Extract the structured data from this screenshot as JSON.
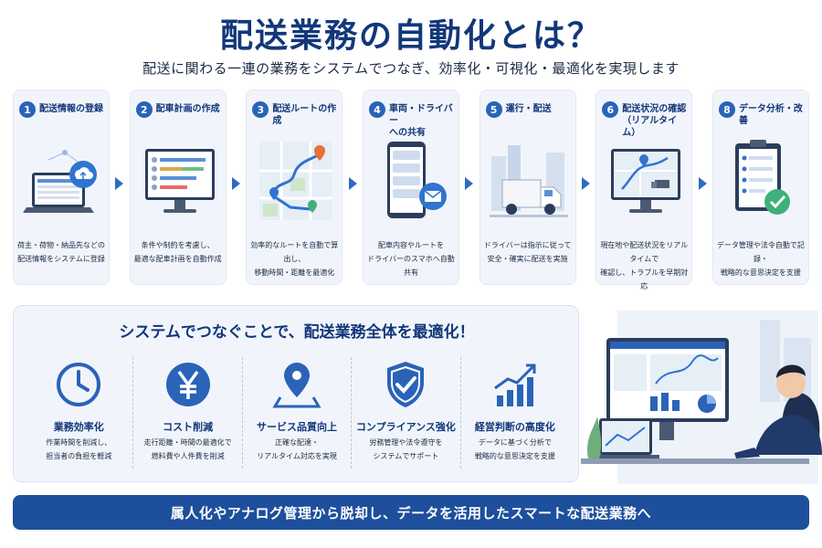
{
  "title": "配送業務の自動化とは？",
  "subtitle": "配送に関わる一連の業務をシステムでつなぎ、効率化・可視化・最適化を実現します",
  "steps": [
    {
      "num": "1",
      "title": "配送情報の登録",
      "desc": "荷主・荷物・納品先などの\n配送情報をシステムに登録",
      "icon": "laptop-cloud-icon"
    },
    {
      "num": "2",
      "title": "配車計画の作成",
      "desc": "条件や制約を考慮し、\n最適な配車計画を自動作成",
      "icon": "monitor-schedule-icon"
    },
    {
      "num": "3",
      "title": "配送ルートの作成",
      "desc": "効率的なルートを自動で算出し、\n移動時間・距離を最適化",
      "icon": "route-map-icon"
    },
    {
      "num": "4",
      "title": "車両・ドライバー\nへの共有",
      "desc": "配車内容やルートを\nドライバーのスマホへ自動共有",
      "icon": "smartphone-mail-icon"
    },
    {
      "num": "5",
      "title": "運行・配送",
      "desc": "ドライバーは指示に従って\n安全・確実に配送を実施",
      "icon": "delivery-truck-icon"
    },
    {
      "num": "6",
      "title": "配送状況の確認\n（リアルタイム）",
      "desc": "現在地や配送状況をリアルタイムで\n確認し、トラブルを早期対応",
      "icon": "monitor-tracking-icon"
    },
    {
      "num": "8",
      "title": "データ分析・改善",
      "desc": "データ管理や法令自動で記録・\n戦略的な意思決定を支援",
      "icon": "clipboard-check-icon"
    }
  ],
  "optimization": {
    "title": "システムでつなぐことで、配送業務全体を最適化！",
    "benefits": [
      {
        "title": "業務効率化",
        "desc": "作業時間を削減し、\n担当者の負担を軽減",
        "icon": "clock-icon"
      },
      {
        "title": "コスト削減",
        "desc": "走行距離・時間の最適化で\n燃料費や人件費を削減",
        "icon": "yen-icon"
      },
      {
        "title": "サービス品質向上",
        "desc": "正確な配達・\nリアルタイム対応を実現",
        "icon": "location-pin-icon"
      },
      {
        "title": "コンプライアンス強化",
        "desc": "労務管理や法令遵守を\nシステムでサポート",
        "icon": "shield-check-icon"
      },
      {
        "title": "経営判断の高度化",
        "desc": "データに基づく分析で\n戦略的な意思決定を支援",
        "icon": "growth-chart-icon"
      }
    ]
  },
  "banner": "属人化やアナログ管理から脱却し、データを活用したスマートな配送業務へ",
  "colors": {
    "primary": "#12377a",
    "accent": "#2a63b8",
    "banner": "#1d4f9c",
    "panel": "#f1f5fb"
  }
}
